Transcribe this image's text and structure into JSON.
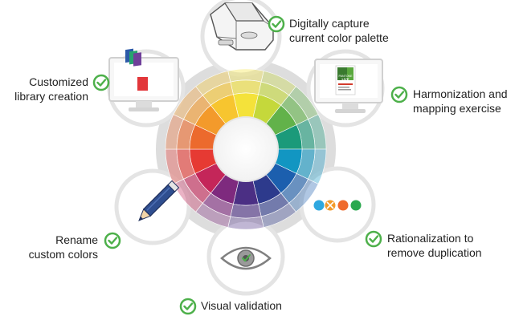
{
  "steps": [
    {
      "id": "capture",
      "lines": [
        "Digitally capture",
        "current color palette"
      ],
      "icon": "spectrophotometer-device-icon"
    },
    {
      "id": "harmonization",
      "lines": [
        "Harmonization and",
        "mapping exercise"
      ],
      "icon": "pantone-live-monitor-icon"
    },
    {
      "id": "rationalization",
      "lines": [
        "Rationalization to",
        "remove duplication"
      ],
      "icon": "color-dots-merge-icon"
    },
    {
      "id": "validation",
      "lines": [
        "Visual validation"
      ],
      "icon": "eye-check-icon"
    },
    {
      "id": "rename",
      "lines": [
        "Rename",
        "custom colors"
      ],
      "icon": "pencil-icon"
    },
    {
      "id": "library",
      "lines": [
        "Customized",
        "library creation"
      ],
      "icon": "color-swatch-monitor-icon"
    }
  ],
  "monitor_logo_text": [
    "PANTONE",
    "LIVE"
  ],
  "colors": {
    "check": "#4db04a",
    "ring": "#e6e6e6",
    "wheel": [
      "#f4e23a",
      "#c5d83b",
      "#62b24a",
      "#1b9a7a",
      "#1296c2",
      "#1c5fae",
      "#2d3a8c",
      "#4b2f84",
      "#7e2a7e",
      "#c42659",
      "#e63a33",
      "#ec6a2d",
      "#f39a2b",
      "#f7c52f"
    ]
  }
}
